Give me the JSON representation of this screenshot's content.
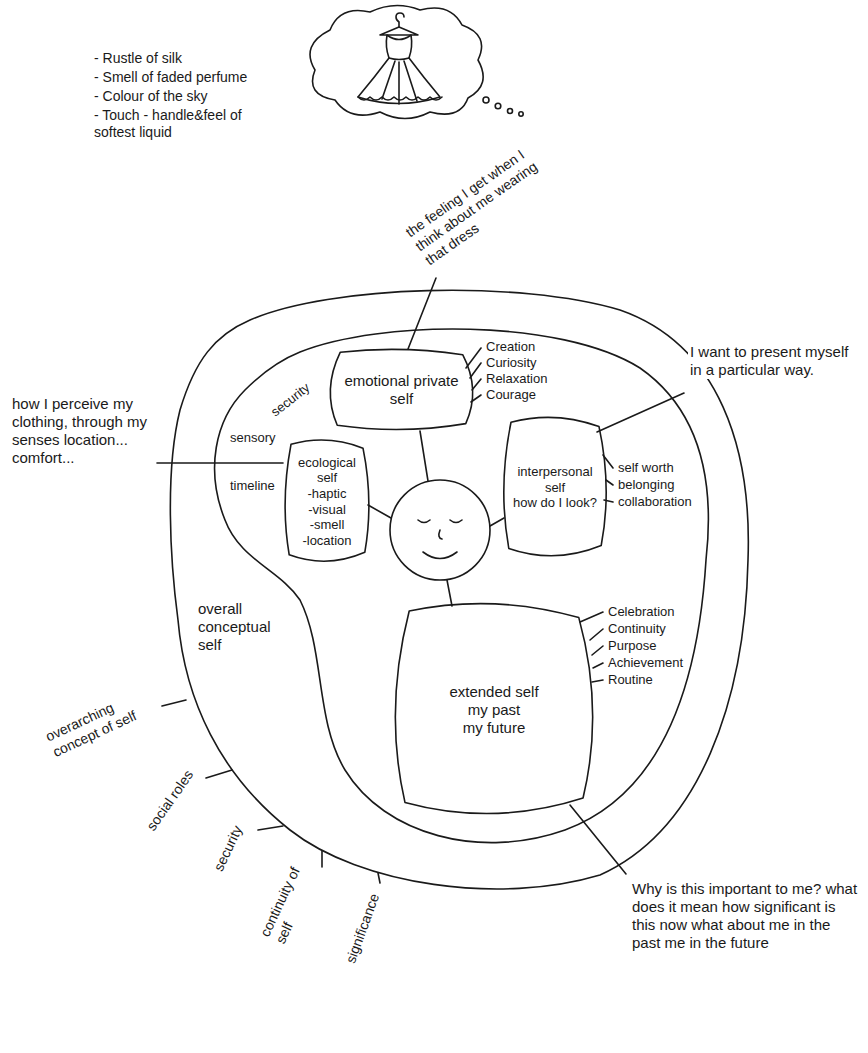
{
  "diagram": {
    "nodes": [
      {
        "text": [
          "overall conceptual self"
        ]
      },
      {
        "text": [
          "emotional private self"
        ],
        "in": 0
      },
      {
        "text": [
          "ecological self",
          "-haptic",
          "-visual",
          "-smell",
          "-location"
        ],
        "in": 0
      },
      {
        "text": [
          "interpersonal self",
          "how do I look?"
        ],
        "in": 0
      },
      {
        "text": [
          "extended self",
          "my past",
          "my future"
        ],
        "in": 0
      }
    ],
    "labels": [
      "- Rustle of silk",
      "- Smell of faded perfume",
      "- Colour of the sky",
      "- Touch - handle&feel of softest liquid",
      "the feeling I get when I think about me wearing that dress",
      "Creation",
      "Curiosity",
      "Relaxation",
      "Courage",
      "I want to present myself in a particular way.",
      "security",
      "sensory",
      "timeline",
      "how I perceive my clothing, through my senses location... comfort...",
      "self worth",
      "belonging",
      "collaboration",
      "Celebration",
      "Continuity",
      "Purpose",
      "Achievement",
      "Routine",
      "overarching concept of self",
      "social roles",
      "security",
      "continuity of self",
      "significance",
      "Why is this important to me? what does it mean how significant is this now what about me in the past me in the future"
    ]
  }
}
